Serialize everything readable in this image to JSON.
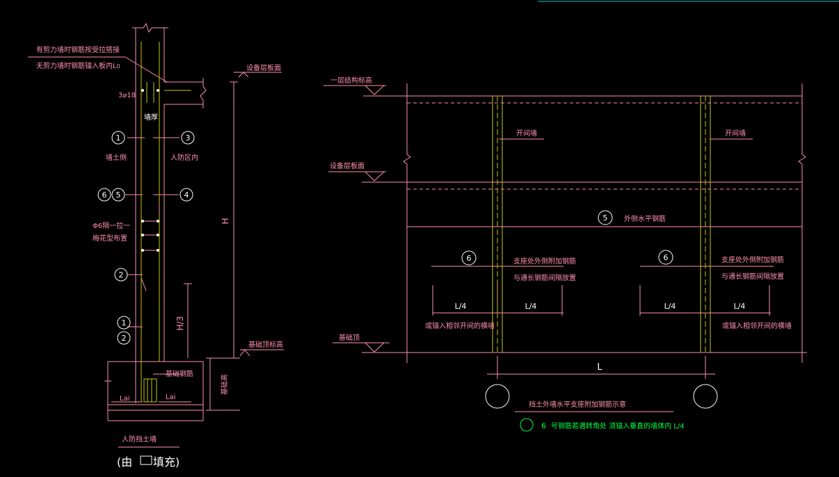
{
  "colors": {
    "background": "#000000",
    "line": "#ff8fb1",
    "steel": "#c8c800",
    "text": "#ff8fb1",
    "note": "#00ff40",
    "white": "#ffffff",
    "accent": "#00c8c8"
  },
  "left": {
    "note_line1": "有剪力墙时钢筋按受拉搭接",
    "note_line2": "无剪力墙时钢筋锚入板内L",
    "note_sub": "0",
    "bar_top": "3⌀18",
    "elev_top": "设备层板面",
    "wall_thickness": "墙厚",
    "soil_side": "墙土侧",
    "shelter_side": "人防区内",
    "tie_line1": "Φ6隔一拉一",
    "tie_line2": "梅花型布置",
    "dim_h": "H",
    "dim_h3": "H/3",
    "elev_base": "基础顶标高",
    "base_bar": "基础钢筋",
    "base_height": "基础高",
    "lai_left": "Lai",
    "lai_right": "Lai",
    "caption": "人防挡土墙",
    "caption_fill_a": "(由",
    "caption_fill_b": "填充)",
    "markers": {
      "m1": "1",
      "m3": "3",
      "m6": "6",
      "m5": "5",
      "m4": "4",
      "m2": "2",
      "m1b": "1",
      "m2b": "2"
    }
  },
  "right": {
    "elev_level1": "一层结构标高",
    "elev_equipment": "设备层板面",
    "elev_base": "基础顶",
    "doorway_wall": "开间墙",
    "outer_bar_no": "5",
    "outer_bar": "外侧水平钢筋",
    "support_no": "6",
    "support_line1": "支座处外侧附加钢筋",
    "support_line2": "与通长钢筋间隔放置",
    "anchor_note": "或锚入相邻开间的横墙",
    "dim_quarter": "L/4",
    "dim_span": "L",
    "title": "挡土外墙水平支座附加钢筋示意",
    "note_no": "6",
    "note_text": "号钢筋若遇转角处 须锚入垂直的墙体内 L/4"
  }
}
